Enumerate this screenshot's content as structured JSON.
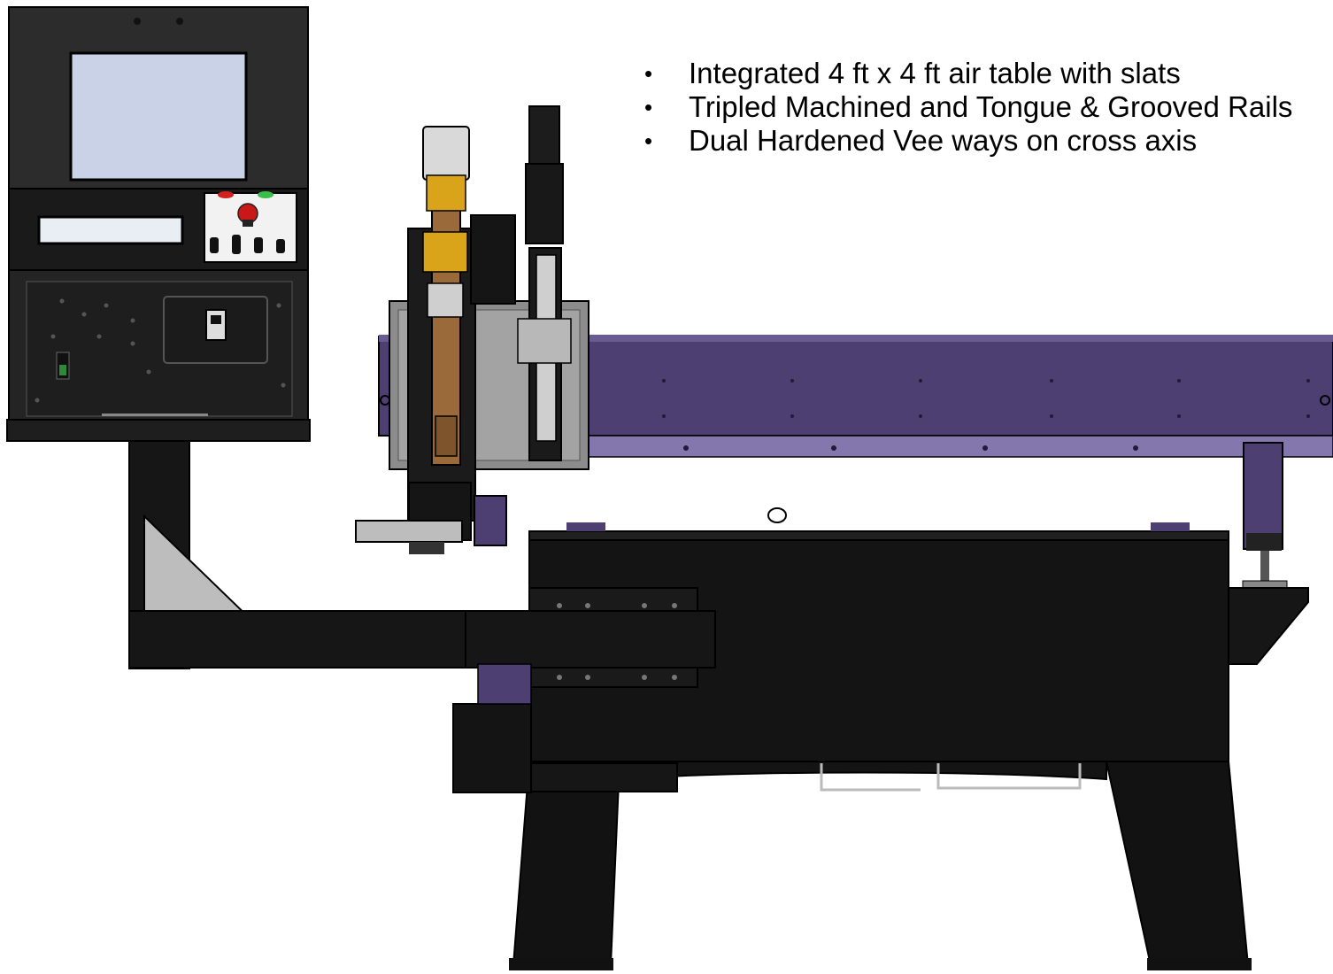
{
  "slide": {
    "bullets": [
      {
        "text": "Integrated 4 ft x 4 ft air table with slats"
      },
      {
        "text": "Tripled Machined and Tongue & Grooved Rails"
      },
      {
        "text": "Dual Hardened Vee ways on cross axis"
      }
    ],
    "bullet_icon": "bullet-dot-icon"
  },
  "illustration": {
    "subject": "cnc-cutting-table-machine",
    "colors": {
      "frame": "#141414",
      "gantry": "#4d3f72",
      "gantry_light": "#7f72a8",
      "console_grey": "#3a3a3a",
      "screen": "#c9d2e6",
      "carriage_grey": "#8c8c8c",
      "torch_brown": "#9a6a3a",
      "torch_gold": "#d9a419",
      "gusset": "#bdbdbd"
    }
  }
}
